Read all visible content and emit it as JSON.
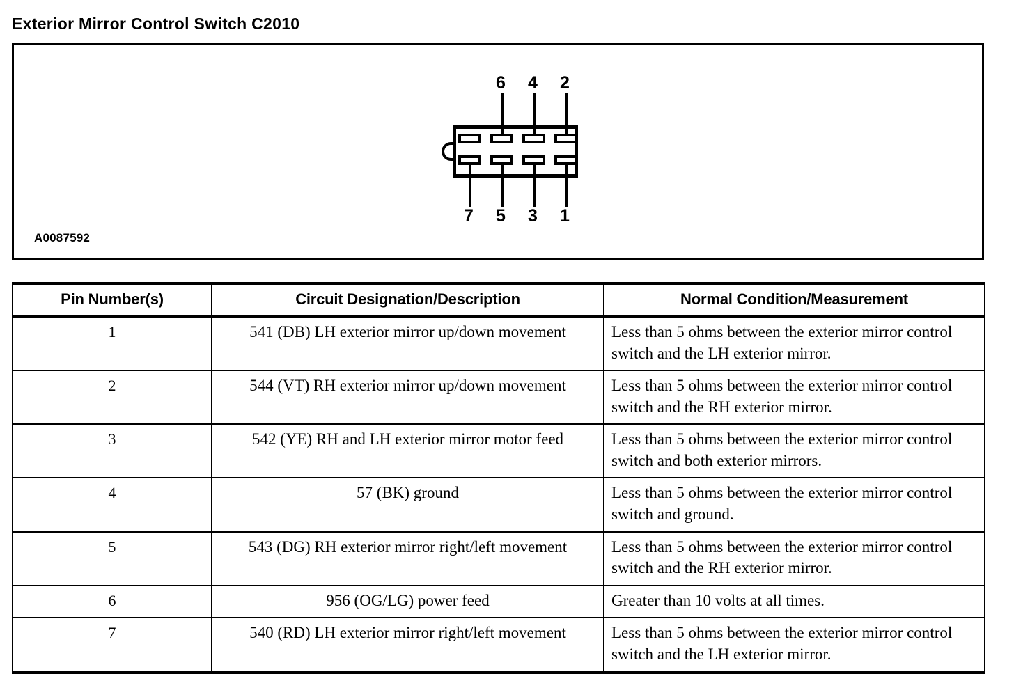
{
  "page": {
    "title": "Exterior Mirror Control Switch C2010"
  },
  "diagram": {
    "image_id": "A0087592",
    "connector_name": "C2010",
    "cavity_layout": {
      "rows": 2,
      "columns": 4,
      "top_row_labels": [
        "",
        "6",
        "4",
        "2"
      ],
      "bottom_row_labels": [
        "7",
        "5",
        "3",
        "1"
      ],
      "note": "top-left cavity is unnumbered/unused"
    },
    "pin_callouts": {
      "top": [
        "6",
        "4",
        "2"
      ],
      "bottom": [
        "7",
        "5",
        "3",
        "1"
      ]
    },
    "latch_icon": "connector-latch-icon"
  },
  "table": {
    "headers": {
      "pin": "Pin Number(s)",
      "circuit": "Circuit Designation/Description",
      "measurement": "Normal Condition/Measurement"
    },
    "rows": [
      {
        "pin": "1",
        "circuit": "541 (DB) LH exterior mirror up/down movement",
        "measurement": "Less than 5 ohms between the exterior mirror control switch and the LH exterior mirror."
      },
      {
        "pin": "2",
        "circuit": "544 (VT) RH exterior mirror up/down movement",
        "measurement": "Less than 5 ohms between the exterior mirror control switch and the RH exterior mirror."
      },
      {
        "pin": "3",
        "circuit": "542 (YE) RH and LH exterior mirror motor feed",
        "measurement": "Less than 5 ohms between the exterior mirror control switch and both exterior mirrors."
      },
      {
        "pin": "4",
        "circuit": "57 (BK) ground",
        "measurement": "Less than 5 ohms between the exterior mirror control switch and ground."
      },
      {
        "pin": "5",
        "circuit": "543 (DG) RH exterior mirror right/left movement",
        "measurement": "Less than 5 ohms between the exterior mirror control switch and the RH exterior mirror."
      },
      {
        "pin": "6",
        "circuit": "956 (OG/LG) power feed",
        "measurement": "Greater than 10 volts at all times."
      },
      {
        "pin": "7",
        "circuit": "540 (RD) LH exterior mirror right/left movement",
        "measurement": "Less than 5 ohms between the exterior mirror control switch and the LH exterior mirror."
      }
    ]
  },
  "colors": {
    "ink": "#000000",
    "paper": "#ffffff"
  }
}
